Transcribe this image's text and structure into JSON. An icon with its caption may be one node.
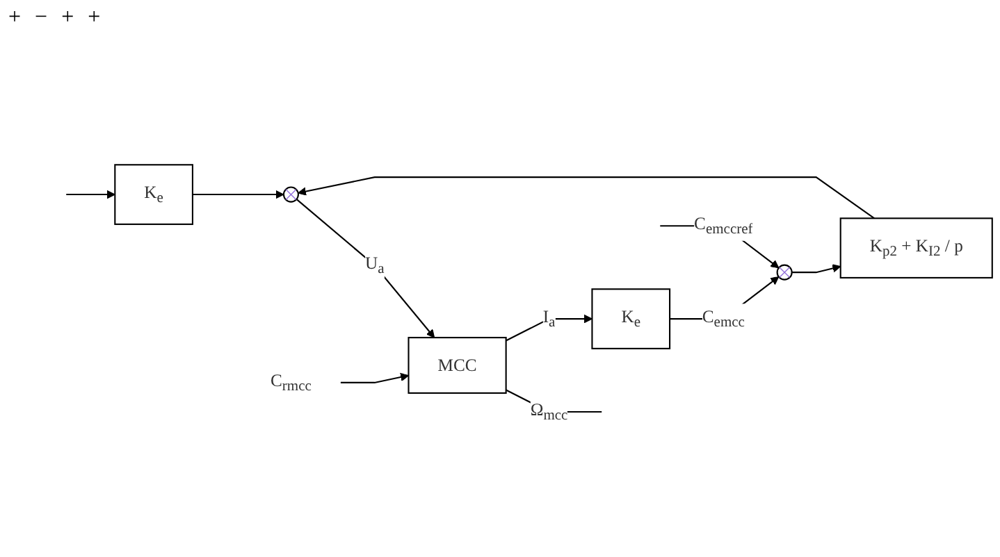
{
  "diagram": {
    "nodes": [
      {
        "text": [
          "K$_{e}$"
        ]
      },
      {
        "text": [],
        "shape": "circle"
      },
      {
        "text": [
          "K$_{p2}$ + K$_{I2}$ / p"
        ]
      },
      {
        "text": [],
        "shape": "circle"
      },
      {
        "text": [
          "MCC"
        ]
      },
      {
        "text": [
          "C$_{rmcc}$"
        ]
      },
      {
        "text": [
          "K$_{e}$"
        ]
      }
    ],
    "edges": [
      {
        "from": null,
        "to": 1,
        "arrow": "to",
        "label": "C$_{emccref}$"
      },
      {
        "from": 1,
        "to": 2,
        "arrow": "to"
      },
      {
        "from": 2,
        "to": 3,
        "arrow": "to"
      },
      {
        "from": 3,
        "to": 4,
        "arrow": "to",
        "label": "U$_{a}$"
      },
      {
        "from": null,
        "to": 0,
        "arrow": "to"
      },
      {
        "from": 0,
        "to": 3,
        "arrow": "to"
      },
      {
        "from": 4,
        "to": null,
        "arrow": "none",
        "label": "Ω$_{mcc}$"
      },
      {
        "from": 4,
        "to": 6,
        "arrow": "to",
        "label": "I$_{a}$"
      },
      {
        "from": 6,
        "to": 1,
        "arrow": "to",
        "label": "C$_{emcc}$"
      },
      {
        "from": 5,
        "to": 4,
        "arrow": "to"
      }
    ],
    "labels": [
      "+",
      "−",
      "+",
      "+"
    ]
  }
}
